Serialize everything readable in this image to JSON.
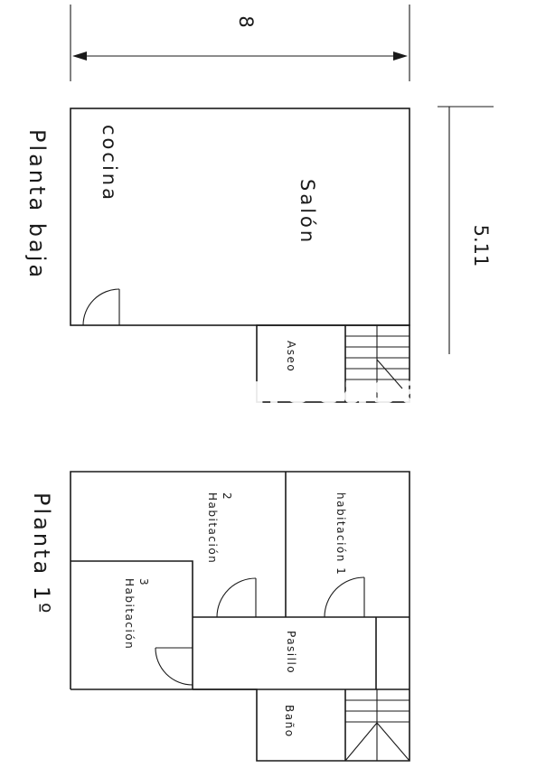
{
  "ground_floor": {
    "title": "Planta baja",
    "rooms": {
      "kitchen": "cocina",
      "living": "Salón",
      "toilet": "Aseo"
    },
    "dimensions": {
      "width": "8",
      "depth": "5.11"
    }
  },
  "first_floor": {
    "title": "Planta 1º",
    "rooms": {
      "bedroom2": "Habitación\n2",
      "bedroom1": "habitación 1",
      "bedroom3": "Habitación\n3",
      "hallway": "Pasillo",
      "bathroom": "Baño"
    }
  },
  "watermark": "tecnocasa"
}
